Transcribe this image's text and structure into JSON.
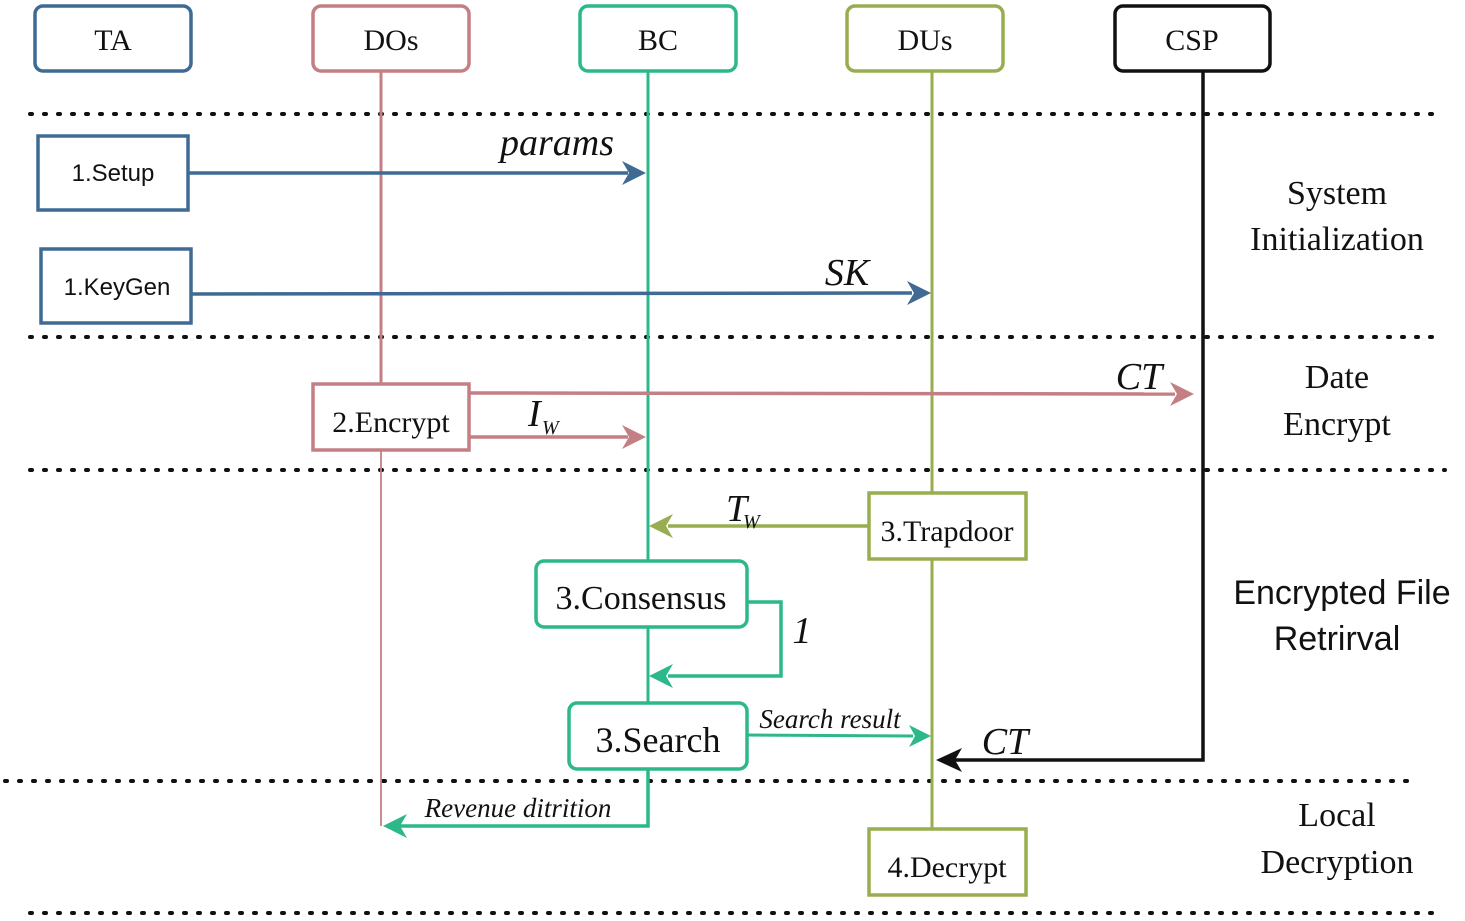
{
  "colors": {
    "ta": "#3f6a93",
    "dos": "#c47f84",
    "bc": "#2cb88a",
    "dus": "#97ad4f",
    "csp": "#111111"
  },
  "participants": {
    "ta": "TA",
    "dos": "DOs",
    "bc": "BC",
    "dus": "DUs",
    "csp": "CSP"
  },
  "steps": {
    "setup": "1.Setup",
    "keygen": "1.KeyGen",
    "encrypt": "2.Encrypt",
    "trapdoor": "3.Trapdoor",
    "consensus": "3.Consensus",
    "search": "3.Search",
    "decrypt": "4.Decrypt"
  },
  "messages": {
    "params": "params",
    "sk": "SK",
    "ct_to_csp": "CT",
    "iw_main": "I",
    "iw_sub": "W",
    "tw_main": "T",
    "tw_sub": "W",
    "consensus_loop": "1",
    "search_result": "Search result",
    "ct_to_dus": "CT",
    "revenue": "Revenue ditrition"
  },
  "phases": {
    "system_init": [
      "System",
      "Initialization"
    ],
    "data_encrypt": [
      "Date",
      "Encrypt"
    ],
    "file_retrieval": [
      "Encrypted File",
      "Retrirval"
    ],
    "local_decrypt": [
      "Local",
      "Decryption"
    ]
  }
}
